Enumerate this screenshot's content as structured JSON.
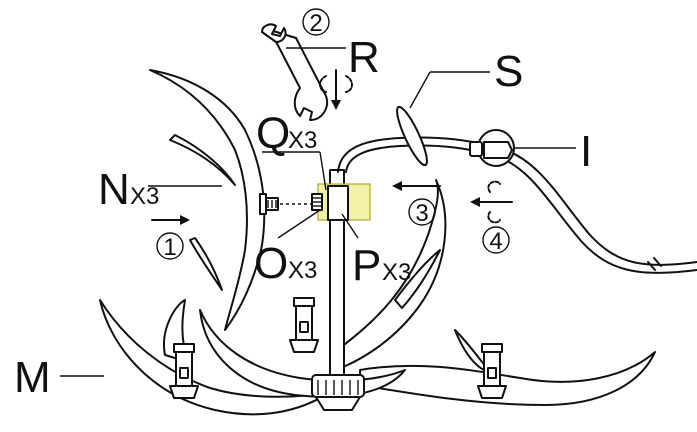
{
  "labels": {
    "M": "M",
    "N": "N",
    "N_qty": "X3",
    "O": "O",
    "O_qty": "X3",
    "P": "P",
    "P_qty": "X3",
    "Q": "Q",
    "Q_qty": "X3",
    "R": "R",
    "S": "S",
    "I": "I"
  },
  "steps": {
    "step1": "1",
    "step2": "2",
    "step3": "3",
    "step4": "4"
  },
  "highlight_color": "#f3f0a8"
}
